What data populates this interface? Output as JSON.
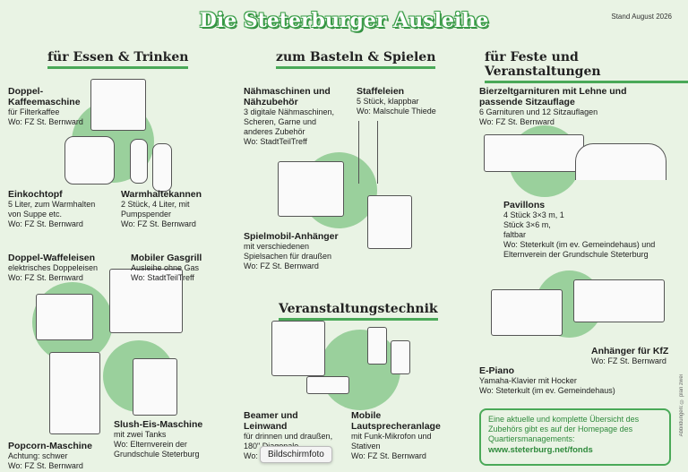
{
  "header": {
    "title": "Die Steterburger Ausleihe",
    "stand": "Stand August 2026"
  },
  "sections": {
    "essen": "für Essen & Trinken",
    "basteln": "zum Basteln & Spielen",
    "feste": "für Feste und Veranstaltungen",
    "technik": "Veranstaltungstechnik"
  },
  "items": {
    "kaffee": {
      "title": "Doppel-Kaffeemaschine",
      "desc": "für Filterkaffee",
      "wo": "Wo: FZ St. Bernward"
    },
    "einkochtopf": {
      "title": "Einkochtopf",
      "desc": "5 Liter, zum Warmhalten von Suppe etc.",
      "wo": "Wo: FZ St. Bernward"
    },
    "warmhalte": {
      "title": "Warmhaltekannen",
      "desc": "2 Stück, 4 Liter, mit Pumpspender",
      "wo": "Wo: FZ St. Bernward"
    },
    "waffel": {
      "title": "Doppel-Waffeleisen",
      "desc": "elektrisches Doppeleisen",
      "wo": "Wo: FZ St. Bernward"
    },
    "gasgrill": {
      "title": "Mobiler Gasgrill",
      "desc": "Ausleihe ohne Gas",
      "wo": "Wo: StadtTeilTreff"
    },
    "slush": {
      "title": "Slush-Eis-Maschine",
      "desc": "mit zwei Tanks",
      "wo": "Wo: Elternverein der Grundschule Steterburg"
    },
    "popcorn": {
      "title": "Popcorn-Maschine",
      "desc": "Achtung: schwer",
      "wo": "Wo: FZ St. Bernward"
    },
    "naeh": {
      "title": "Nähmaschinen und Nähzubehör",
      "desc": "3 digitale Nähmaschinen, Scheren, Garne und anderes Zubehör",
      "wo": "Wo: StadtTeilTreff"
    },
    "staffelei": {
      "title": "Staffeleien",
      "desc": "5 Stück, klappbar",
      "wo": "Wo: Malschule Thiede"
    },
    "spielmobil": {
      "title": "Spielmobil-Anhänger",
      "desc": "mit verschiedenen Spielsachen für draußen",
      "wo": "Wo: FZ St. Bernward"
    },
    "beamer": {
      "title": "Beamer und Leinwand",
      "desc": "für drinnen und draußen, 180\" Diagonale",
      "wo": "Wo: FZ St. Bernward"
    },
    "lautsprecher": {
      "title": "Mobile Lautsprecheranlage",
      "desc": "mit Funk-Mikrofon und Stativen",
      "wo": "Wo: FZ St. Bernward"
    },
    "bierzelt": {
      "title": "Bierzeltgarnituren mit Lehne und passende Sitzauflage",
      "desc": "6 Garnituren und 12 Sitzauflagen",
      "wo": "Wo: FZ St. Bernward"
    },
    "pavillon": {
      "title": "Pavillons",
      "desc": "4 Stück 3×3 m, 1 Stück 3×6 m, faltbar",
      "wo": "Wo: Steterkult (im ev. Gemeindehaus) und Elternverein der Grundschule Steterburg"
    },
    "anhaenger": {
      "title": "Anhänger für KfZ",
      "wo": "Wo: FZ St. Bernward"
    },
    "piano": {
      "title": "E-Piano",
      "desc": "Yamaha-Klavier mit Hocker",
      "wo": "Wo: Steterkult (im ev. Gemeindehaus)"
    }
  },
  "info": {
    "line1": "Eine aktuelle und komplette Übersicht des Zubehörs gibt es auf der Homepage des Quartiersmanagements:",
    "link": "www.steterburg.net/fonds"
  },
  "credit": "Abbildungen: © plan zwei",
  "tooltip": "Bildschirmfoto",
  "colors": {
    "accent": "#4aa958",
    "background": "#e9f3e4",
    "blob": "#8cc98f"
  }
}
